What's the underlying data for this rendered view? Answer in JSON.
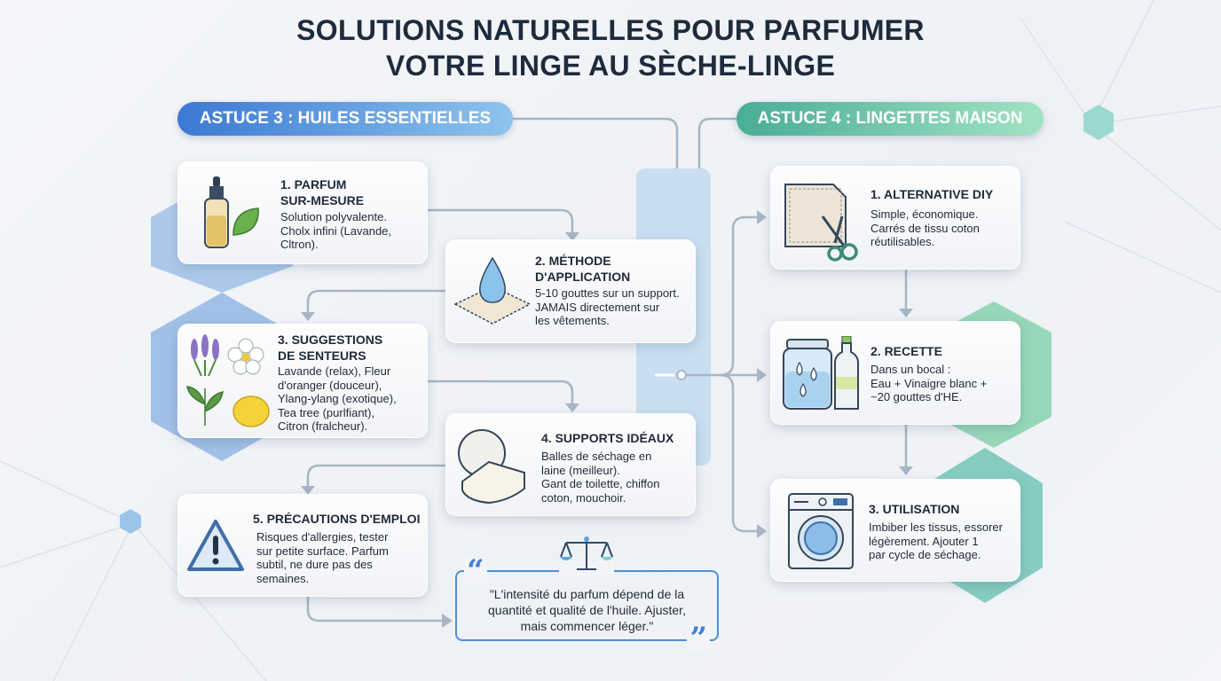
{
  "title": {
    "line1": "SOLUTIONS NATURELLES POUR PARFUMER",
    "line2": "VOTRE LINGE AU SÈCHE-LINGE"
  },
  "colors": {
    "blue_accent": "#3b79d4",
    "teal_accent": "#49ad96",
    "connector": "#9aacbf"
  },
  "astuce3": {
    "label": "ASTUCE 3 : HUILES ESSENTIELLES",
    "cards": [
      {
        "title_l1": "1. PARFUM",
        "title_l2": "SUR-MESURE",
        "body": [
          "Solution polyvalente.",
          "Cholx infini (Lavande,",
          "Cltron)."
        ],
        "icon": "essential-oil-bottle-icon"
      },
      {
        "title_l1": "2. MÉTHODE",
        "title_l2": "D'APPLICATION",
        "body": [
          "5-10 gouttes sur un support.",
          "JAMAIS directement sur",
          "les vêtements."
        ],
        "icon": "drop-on-cloth-icon"
      },
      {
        "title_l1": "3. SUGGESTIONS",
        "title_l2": "DE SENTEURS",
        "body": [
          "Lavande (relax), Fleur",
          "d'oranger (douceur),",
          "Ylang-ylang (exotique),",
          "Tea tree (purlfiant),",
          "Citron (fralcheur)."
        ],
        "icon": "plants-icon"
      },
      {
        "title_l1": "4. SUPPORTS IDÉAUX",
        "title_l2": "",
        "body": [
          "Balles de séchage en",
          "laine (meilleur).",
          "Gant de toilette, chiffon",
          "coton, mouchoir."
        ],
        "icon": "wool-ball-towel-icon"
      },
      {
        "title_l1": "5. PRÉCAUTIONS D'EMPLOI",
        "title_l2": "",
        "body": [
          "Risques d'allergies, tester",
          "sur petite surface. Parfum",
          "subtil, ne dure pas des",
          "semaines."
        ],
        "icon": "warning-icon"
      }
    ],
    "quote": [
      "\"L'intensité du parfum dépend de la",
      "quantité et qualité de l'huile. Ajuster,",
      "mais commencer léger.\""
    ]
  },
  "astuce4": {
    "label": "ASTUCE 4 : LINGETTES MAISON",
    "cards": [
      {
        "title": "1. ALTERNATIVE DIY",
        "body": [
          "Simple, économique.",
          "Carrés de tissu coton",
          "réutilisables."
        ],
        "icon": "fabric-scissors-icon"
      },
      {
        "title": "2. RECETTE",
        "body": [
          "Dans un bocal :",
          "Eau + Vinaigre blanc +",
          "~20 gouttes d'HE."
        ],
        "icon": "jar-vinegar-icon"
      },
      {
        "title": "3. UTILISATION",
        "body": [
          "Imbiber les tissus, essorer",
          "légèrement. Ajouter 1",
          "par cycle de séchage."
        ],
        "icon": "washing-machine-icon"
      }
    ]
  }
}
